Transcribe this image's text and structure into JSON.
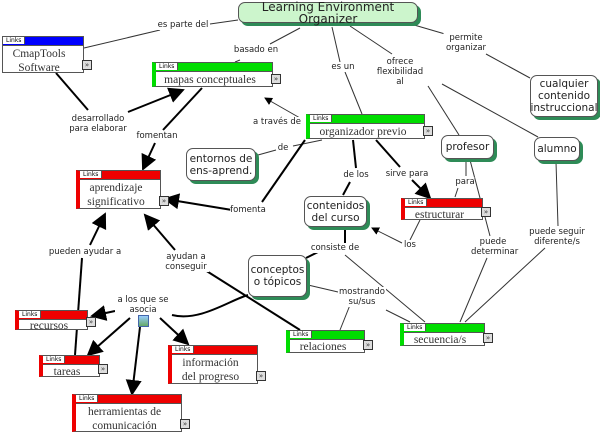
{
  "root": {
    "label": "Learning Environment Organizer"
  },
  "links_label": "Links",
  "colors": {
    "blue": "#0000ff",
    "green": "#00dd00",
    "red": "#ee0000",
    "root_fill": "#ccf5cc",
    "shadow": "#2e8b57"
  },
  "nodes": {
    "cmaptools": "CmapTools Software",
    "mapas": "mapas conceptuales",
    "organizador": "organizador previo",
    "aprendizaje": "aprendizaje significativo",
    "estructurar": "estructurar",
    "recursos": "recursos",
    "tareas": "tareas",
    "informacion": "información del progreso",
    "herramientas": "herramientas de comunicación",
    "relaciones": "relaciones",
    "secuencia": "secuencia/s",
    "entornos": "entornos de ens-aprend.",
    "cualquier": "cualquier contenido instruccional",
    "profesor": "profesor",
    "alumno": "alumno",
    "contenidos": "contenidos del curso",
    "conceptos": "conceptos o tópicos"
  },
  "link_labels": {
    "es_parte_del": "es parte del",
    "basado_en": "basado en",
    "es_un": "es un",
    "ofrece": "ofrece flexibilidad al",
    "permite": "permite organizar",
    "desarrollado": "desarrollado para elaborar",
    "a_traves": "a través de",
    "fomentan": "fomentan",
    "de": "de",
    "fomenta": "fomenta",
    "de_los": "de los",
    "sirve_para": "sirve para",
    "para": "para",
    "puede_determinar": "puede determinar",
    "puede_seguir": "puede seguir diferente/s",
    "los": "los",
    "consiste": "consiste de",
    "mostrando": "mostrando su/sus",
    "pueden_ayudar": "pueden ayudar a",
    "ayudan": "ayudan a conseguir",
    "asocia": "a los que se asocia"
  }
}
